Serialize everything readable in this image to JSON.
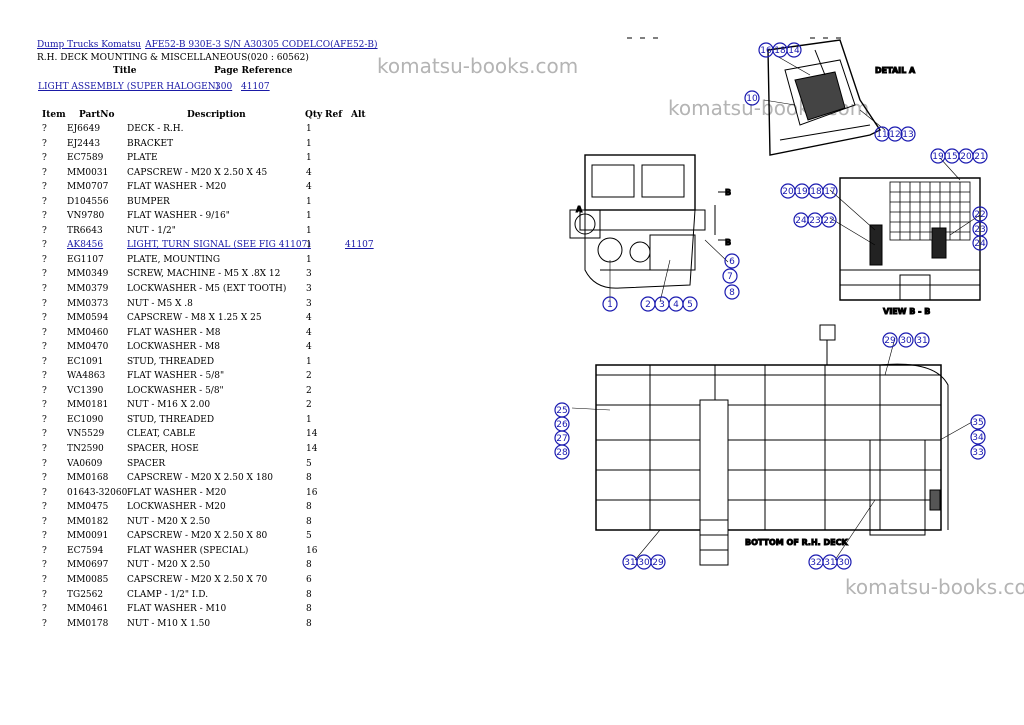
{
  "breadcrumb": {
    "root": "Dump Trucks Komatsu",
    "model": "AFE52-B 930E-3 S/N A30305 CODELCO(AFE52-B)"
  },
  "subtitle": "R.H. DECK MOUNTING & MISCELLANEOUS(020 : 60562)",
  "assembly": {
    "headers": {
      "title": "Title",
      "page_reference": "Page Reference"
    },
    "row": {
      "title": "LIGHT ASSEMBLY (SUPER HALOGEN)",
      "ref1": "300",
      "ref2": "41107"
    }
  },
  "parts_table": {
    "headers": {
      "item": "Item",
      "partno": "PartNo",
      "description": "Description",
      "qty": "Qty",
      "ref": "Ref",
      "alt": "Alt"
    },
    "rows": [
      {
        "item": "?",
        "partno": "EJ6649",
        "description": "DECK - R.H.",
        "qty": "1",
        "ref": "",
        "link": false
      },
      {
        "item": "?",
        "partno": "EJ2443",
        "description": "BRACKET",
        "qty": "1",
        "ref": "",
        "link": false
      },
      {
        "item": "?",
        "partno": "EC7589",
        "description": "PLATE",
        "qty": "1",
        "ref": "",
        "link": false
      },
      {
        "item": "?",
        "partno": "MM0031",
        "description": "CAPSCREW - M20 X 2.50 X 45",
        "qty": "4",
        "ref": "",
        "link": false
      },
      {
        "item": "?",
        "partno": "MM0707",
        "description": "FLAT WASHER - M20",
        "qty": "4",
        "ref": "",
        "link": false
      },
      {
        "item": "?",
        "partno": "D104556",
        "description": "BUMPER",
        "qty": "1",
        "ref": "",
        "link": false
      },
      {
        "item": "?",
        "partno": "VN9780",
        "description": "FLAT WASHER - 9/16\"",
        "qty": "1",
        "ref": "",
        "link": false
      },
      {
        "item": "?",
        "partno": "TR6643",
        "description": "NUT - 1/2\"",
        "qty": "1",
        "ref": "",
        "link": false
      },
      {
        "item": "?",
        "partno": "AK8456",
        "description": "LIGHT, TURN SIGNAL (SEE FIG 41107)",
        "qty": "1",
        "ref": "41107",
        "link": true
      },
      {
        "item": "?",
        "partno": "EG1107",
        "description": "PLATE, MOUNTING",
        "qty": "1",
        "ref": "",
        "link": false
      },
      {
        "item": "?",
        "partno": "MM0349",
        "description": "SCREW, MACHINE - M5 X .8X 12",
        "qty": "3",
        "ref": "",
        "link": false
      },
      {
        "item": "?",
        "partno": "MM0379",
        "description": "LOCKWASHER - M5 (EXT TOOTH)",
        "qty": "3",
        "ref": "",
        "link": false
      },
      {
        "item": "?",
        "partno": "MM0373",
        "description": "NUT - M5 X .8",
        "qty": "3",
        "ref": "",
        "link": false
      },
      {
        "item": "?",
        "partno": "MM0594",
        "description": "CAPSCREW - M8 X 1.25 X 25",
        "qty": "4",
        "ref": "",
        "link": false
      },
      {
        "item": "?",
        "partno": "MM0460",
        "description": "FLAT WASHER - M8",
        "qty": "4",
        "ref": "",
        "link": false
      },
      {
        "item": "?",
        "partno": "MM0470",
        "description": "LOCKWASHER - M8",
        "qty": "4",
        "ref": "",
        "link": false
      },
      {
        "item": "?",
        "partno": "EC1091",
        "description": "STUD, THREADED",
        "qty": "1",
        "ref": "",
        "link": false
      },
      {
        "item": "?",
        "partno": "WA4863",
        "description": "FLAT WASHER - 5/8\"",
        "qty": "2",
        "ref": "",
        "link": false
      },
      {
        "item": "?",
        "partno": "VC1390",
        "description": "LOCKWASHER - 5/8\"",
        "qty": "2",
        "ref": "",
        "link": false
      },
      {
        "item": "?",
        "partno": "MM0181",
        "description": "NUT - M16 X 2.00",
        "qty": "2",
        "ref": "",
        "link": false
      },
      {
        "item": "?",
        "partno": "EC1090",
        "description": "STUD, THREADED",
        "qty": "1",
        "ref": "",
        "link": false
      },
      {
        "item": "?",
        "partno": "VN5529",
        "description": "CLEAT, CABLE",
        "qty": "14",
        "ref": "",
        "link": false
      },
      {
        "item": "?",
        "partno": "TN2590",
        "description": "SPACER, HOSE",
        "qty": "14",
        "ref": "",
        "link": false
      },
      {
        "item": "?",
        "partno": "VA0609",
        "description": "SPACER",
        "qty": "5",
        "ref": "",
        "link": false
      },
      {
        "item": "?",
        "partno": "MM0168",
        "description": "CAPSCREW - M20 X 2.50 X 180",
        "qty": "8",
        "ref": "",
        "link": false
      },
      {
        "item": "?",
        "partno": "01643-32060",
        "description": "FLAT WASHER - M20",
        "qty": "16",
        "ref": "",
        "link": false
      },
      {
        "item": "?",
        "partno": "MM0475",
        "description": "LOCKWASHER - M20",
        "qty": "8",
        "ref": "",
        "link": false
      },
      {
        "item": "?",
        "partno": "MM0182",
        "description": "NUT - M20 X 2.50",
        "qty": "8",
        "ref": "",
        "link": false
      },
      {
        "item": "?",
        "partno": "MM0091",
        "description": "CAPSCREW - M20 X 2.50 X 80",
        "qty": "5",
        "ref": "",
        "link": false
      },
      {
        "item": "?",
        "partno": "EC7594",
        "description": "FLAT WASHER (SPECIAL)",
        "qty": "16",
        "ref": "",
        "link": false
      },
      {
        "item": "?",
        "partno": "MM0697",
        "description": "NUT - M20 X 2.50",
        "qty": "8",
        "ref": "",
        "link": false
      },
      {
        "item": "?",
        "partno": "MM0085",
        "description": "CAPSCREW - M20 X 2.50 X 70",
        "qty": "6",
        "ref": "",
        "link": false
      },
      {
        "item": "?",
        "partno": "TG2562",
        "description": "CLAMP - 1/2\" I.D.",
        "qty": "8",
        "ref": "",
        "link": false
      },
      {
        "item": "?",
        "partno": "MM0461",
        "description": "FLAT WASHER - M10",
        "qty": "8",
        "ref": "",
        "link": false
      },
      {
        "item": "?",
        "partno": "MM0178",
        "description": "NUT - M10 X 1.50",
        "qty": "8",
        "ref": "",
        "link": false
      }
    ]
  },
  "watermarks": {
    "text": "komatsu-books.com"
  },
  "diagram": {
    "labels": {
      "detail": "DETAIL A",
      "view": "VIEW B - B",
      "bottom": "BOTTOM OF R.H. DECK",
      "section_a": "A",
      "section_b": "B"
    },
    "callouts": [
      "16",
      "18",
      "14",
      "10",
      "11",
      "12",
      "13",
      "19",
      "15",
      "20",
      "21",
      "20",
      "19",
      "18",
      "17",
      "24",
      "23",
      "22",
      "22",
      "23",
      "24",
      "6",
      "7",
      "8",
      "1",
      "2",
      "3",
      "4",
      "5",
      "29",
      "30",
      "31",
      "25",
      "26",
      "27",
      "28",
      "35",
      "34",
      "33",
      "31",
      "30",
      "29",
      "32",
      "31",
      "30"
    ]
  }
}
